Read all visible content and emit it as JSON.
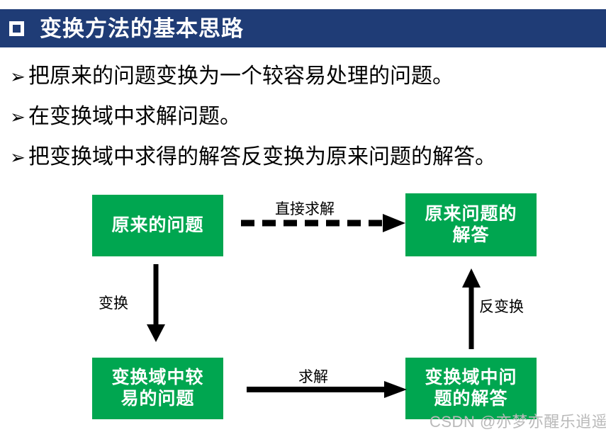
{
  "slide": {
    "title": {
      "bullet_icon": "hollow-square-icon",
      "text": "变换方法的基本思路",
      "background_color": "#1f3c76",
      "text_color": "#ffffff"
    },
    "bullets": [
      {
        "marker": "➢",
        "text": "把原来的问题变换为一个较容易处理的问题。"
      },
      {
        "marker": "➢",
        "text": "在变换域中求解问题。"
      },
      {
        "marker": "➢",
        "text": "把变换域中求得的解答反变换为原来问题的解答。"
      }
    ],
    "diagram": {
      "box_color": "#00a650",
      "box_text_color": "#ffffff",
      "arrow_color": "#000000",
      "nodes": [
        {
          "id": "original-problem",
          "label": "原来的问题"
        },
        {
          "id": "original-answer",
          "label": "原来问题的\n解答",
          "line1": "原来问题的",
          "line2": "解答"
        },
        {
          "id": "transform-problem",
          "label": "变换域中较\n易的问题",
          "line1": "变换域中较",
          "line2": "易的问题"
        },
        {
          "id": "transform-answer",
          "label": "变换域中问\n题的解答",
          "line1": "变换域中问",
          "line2": "题的解答"
        }
      ],
      "edges": [
        {
          "id": "direct-solve",
          "label": "直接求解",
          "style": "dashed",
          "direction": "right"
        },
        {
          "id": "transform",
          "label": "变换",
          "style": "solid",
          "direction": "down"
        },
        {
          "id": "inverse",
          "label": "反变换",
          "style": "solid",
          "direction": "up"
        },
        {
          "id": "solve",
          "label": "求解",
          "style": "solid",
          "direction": "right"
        }
      ]
    },
    "watermark": "CSDN @亦梦亦醒乐逍遥"
  }
}
